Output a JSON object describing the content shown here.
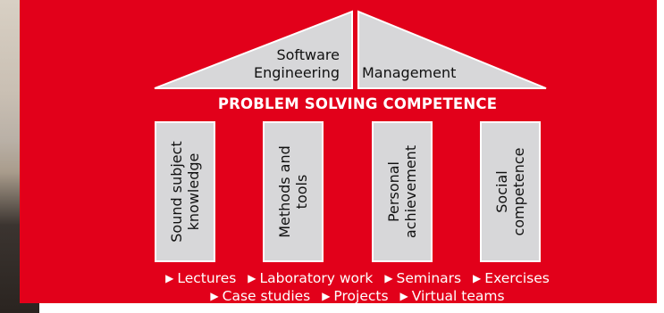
{
  "roof": {
    "left_label_line1": "Software",
    "left_label_line2": "Engineering",
    "right_label": "Management"
  },
  "title": "PROBLEM SOLVING COMPETENCE",
  "pillars": [
    {
      "line1": "Sound subject",
      "line2": "knowledge"
    },
    {
      "line1": "Methods and",
      "line2": "tools"
    },
    {
      "line1": "Personal",
      "line2": "achievement"
    },
    {
      "line1": "Social",
      "line2": "competence"
    }
  ],
  "methods_row1": [
    "Lectures",
    "Laboratory work",
    "Seminars",
    "Exercises"
  ],
  "methods_row2": [
    "Case studies",
    "Projects",
    "Virtual teams"
  ],
  "arrow_glyph": "▶",
  "colors": {
    "accent": "#e2001a",
    "pillar_fill": "#d7d7d9",
    "roof_fill": "#d7d7d9",
    "text_light": "#ffffff"
  }
}
